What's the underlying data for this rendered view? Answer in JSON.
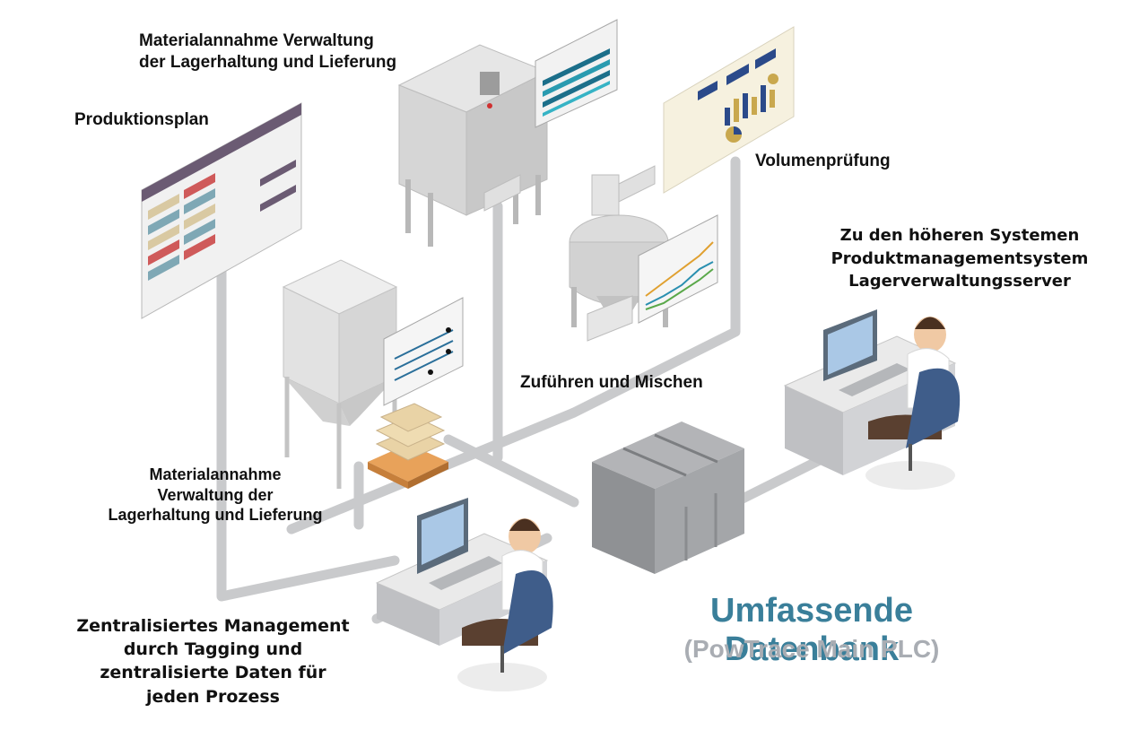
{
  "labels": {
    "material_top": [
      "Materialannahme Verwaltung",
      "der Lagerhaltung und Lieferung"
    ],
    "production_plan": "Produktionsplan",
    "volume_check": "Volumenprüfung",
    "higher_systems": [
      "Zu den höheren Systemen",
      "Produktmanagementsystem",
      "Lagerverwaltungsserver"
    ],
    "feed_mix": "Zuführen und Mischen",
    "material_bottom": [
      "Materialannahme",
      "Verwaltung der",
      "Lagerhaltung und Lieferung"
    ],
    "central_mgmt": [
      "Zentralisiertes Management",
      "durch Tagging und",
      "zentralisierte Daten für",
      "jeden Prozess"
    ]
  },
  "database": {
    "title": "Umfassende Datenbank",
    "subtitle": "(PowTrace Main PLC)"
  },
  "colors": {
    "pipe": "#c9cacc",
    "machine": "#d8d8d8",
    "server": "#8f9194",
    "accent": "#3a7f9a",
    "chair": "#3f5d8a",
    "pallet": "#e8a25a"
  }
}
